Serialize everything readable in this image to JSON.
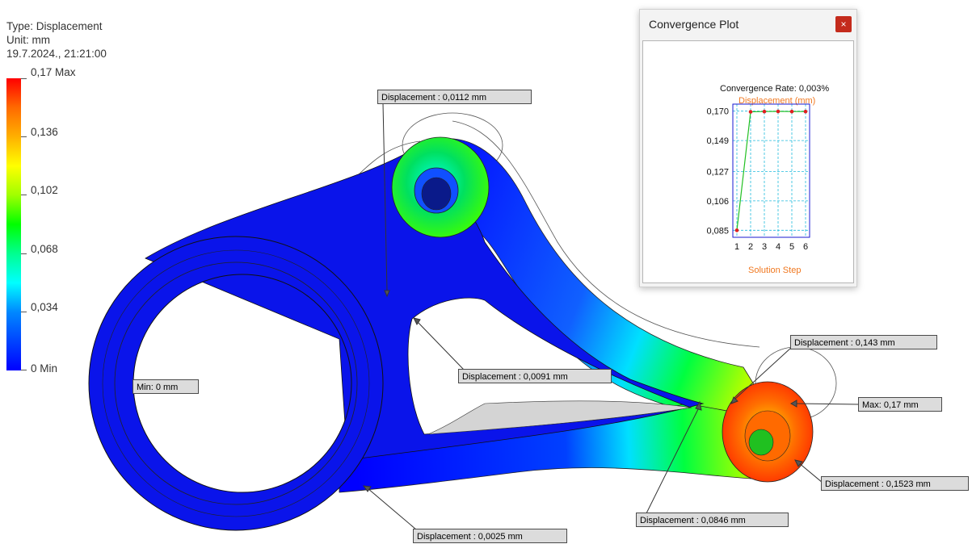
{
  "legend": {
    "type_line": "Type: Displacement",
    "unit_line": "Unit: mm",
    "date_line": "19.7.2024., 21:21:00",
    "labels": [
      "0,17 Max",
      "0,136",
      "0,102",
      "0,068",
      "0,034",
      "0 Min"
    ],
    "gradient_colors": [
      "#ff0000",
      "#ffff00",
      "#00ff00",
      "#00ffff",
      "#0000ff"
    ]
  },
  "callouts": {
    "top": "Displacement : 0,0112 mm",
    "inner": "Displacement : 0,0091 mm",
    "min": "Min: 0 mm",
    "bottom_left": "Displacement : 0,0025 mm",
    "bottom_mid": "Displacement : 0,0846 mm",
    "right_upper": "Displacement : 0,143 mm",
    "max": "Max: 0,17 mm",
    "right_lower": "Displacement : 0,1523 mm"
  },
  "convergence": {
    "title": "Convergence Plot",
    "close_icon": "×",
    "rate_text": "Convergence Rate: 0,003%",
    "ylabel": "Displacement (mm)",
    "xlabel": "Solution Step",
    "ytick_labels": [
      "0,170",
      "0,149",
      "0,127",
      "0,106",
      "0,085"
    ],
    "colors": {
      "line": "#22c022",
      "point": "#e02020",
      "grid": "#22bbdd",
      "frame": "#1a1ad0",
      "label": "#f07820"
    }
  },
  "chart_data": {
    "type": "line",
    "title": "Convergence Rate: 0,003%",
    "xlabel": "Solution Step",
    "ylabel": "Displacement (mm)",
    "x": [
      1,
      2,
      3,
      4,
      5,
      6
    ],
    "series": [
      {
        "values": [
          0.085,
          0.1695,
          0.1697,
          0.1698,
          0.1697,
          0.1697
        ]
      }
    ],
    "yticks": [
      0.17,
      0.149,
      0.127,
      0.106,
      0.085
    ],
    "ylim": [
      0.08,
      0.175
    ],
    "grid": true
  }
}
